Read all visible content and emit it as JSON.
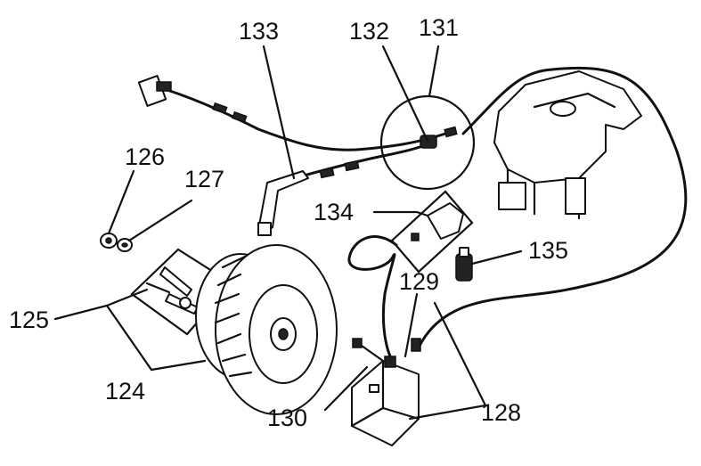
{
  "diagram": {
    "labels": [
      "133",
      "132",
      "131",
      "126",
      "127",
      "134",
      "135",
      "129",
      "125",
      "124",
      "130",
      "128"
    ]
  },
  "parts": [
    {
      "id": "part-124",
      "name": "flywheel-icon"
    },
    {
      "id": "part-125",
      "name": "starter-pawl-icon"
    },
    {
      "id": "part-126",
      "name": "nut-icon"
    },
    {
      "id": "part-127",
      "name": "washer-icon"
    },
    {
      "id": "part-128",
      "name": "ignition-module-icon"
    },
    {
      "id": "part-129",
      "name": "spark-plug-lead-icon"
    },
    {
      "id": "part-130",
      "name": "screw-icon"
    },
    {
      "id": "part-131",
      "name": "detail-circle-icon"
    },
    {
      "id": "part-132",
      "name": "cable-connector-icon"
    },
    {
      "id": "part-133",
      "name": "short-circuit-cable-icon"
    },
    {
      "id": "part-134",
      "name": "spark-plug-boot-icon"
    },
    {
      "id": "part-135",
      "name": "spark-plug-icon"
    }
  ]
}
